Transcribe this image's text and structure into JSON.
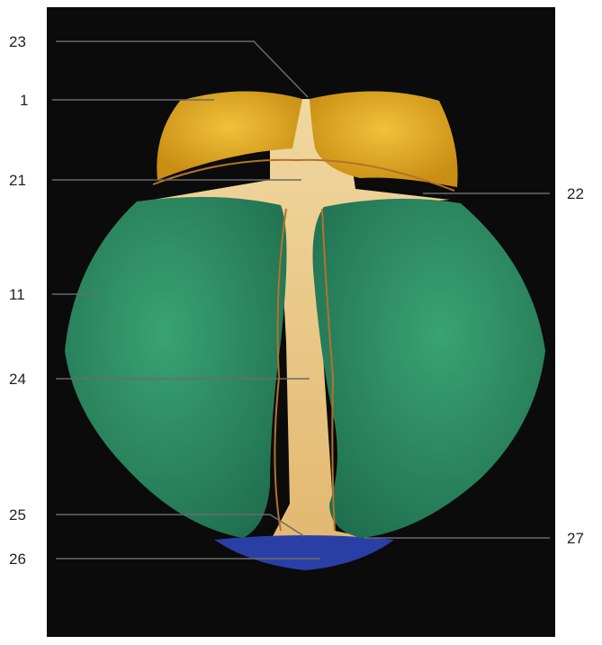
{
  "colors": {
    "background": "#0b0b0b",
    "page": "#ffffff",
    "frontal_bone": "#e3b12c",
    "parietal_bone": "#2f8f66",
    "occipital_bone": "#2a3fa6",
    "suture_tissue": "#e9c78a",
    "leader_line": "#6b6b6b"
  },
  "labels": {
    "l23": "23",
    "l1": "1",
    "l21": "21",
    "l22": "22",
    "l11": "11",
    "l24": "24",
    "l25": "25",
    "l27": "27",
    "l26": "26"
  }
}
